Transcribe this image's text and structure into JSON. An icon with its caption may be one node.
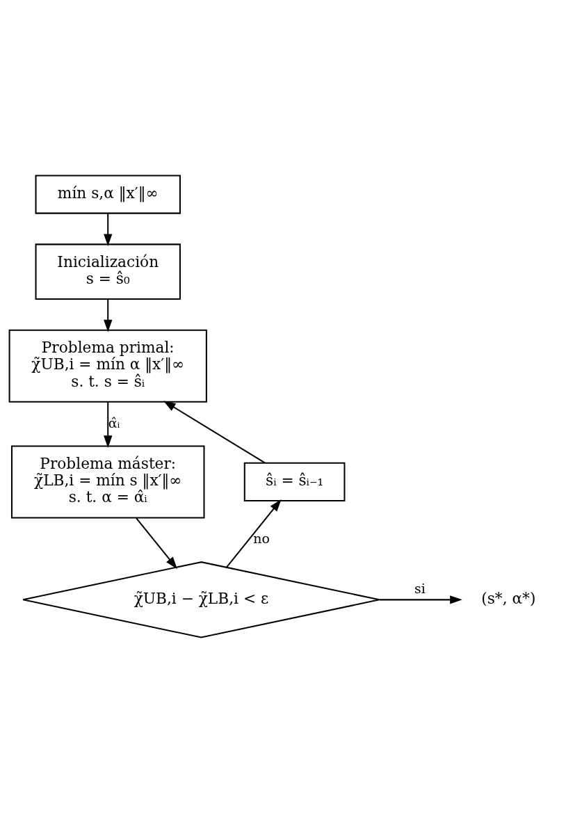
{
  "diagram": {
    "nodes": [
      {
        "text": [
          "mín s,α ‖x′‖∞"
        ]
      },
      {
        "text": [
          "Inicialización",
          "s = ŝ₀"
        ]
      },
      {
        "text": [
          "Problema primal:",
          "χ̃UB,i = mín α ‖x′‖∞",
          "s. t. s = ŝᵢ"
        ]
      },
      {
        "text": [
          "Problema máster:",
          "χ̃LB,i = mín s ‖x′‖∞",
          "s. t. α = α̂ᵢ"
        ]
      },
      {
        "text": [
          "χ̃UB,i − χ̃LB,i < ε"
        ]
      },
      {
        "text": [
          "ŝᵢ = ŝᵢ₋₁"
        ]
      },
      {
        "text": [
          "(s*, α*)"
        ]
      }
    ],
    "edges": [
      {
        "from": 0,
        "to": 1,
        "arrow": "to"
      },
      {
        "from": 1,
        "to": 2,
        "arrow": "to"
      },
      {
        "from": 2,
        "to": 3,
        "arrow": "to",
        "label": "α̂ᵢ"
      },
      {
        "from": 3,
        "to": 4,
        "arrow": "to"
      },
      {
        "from": 4,
        "to": 5,
        "arrow": "to",
        "label": "no"
      },
      {
        "from": 5,
        "to": 2,
        "arrow": "to"
      },
      {
        "from": 4,
        "to": 6,
        "arrow": "to",
        "label": "si"
      }
    ]
  }
}
